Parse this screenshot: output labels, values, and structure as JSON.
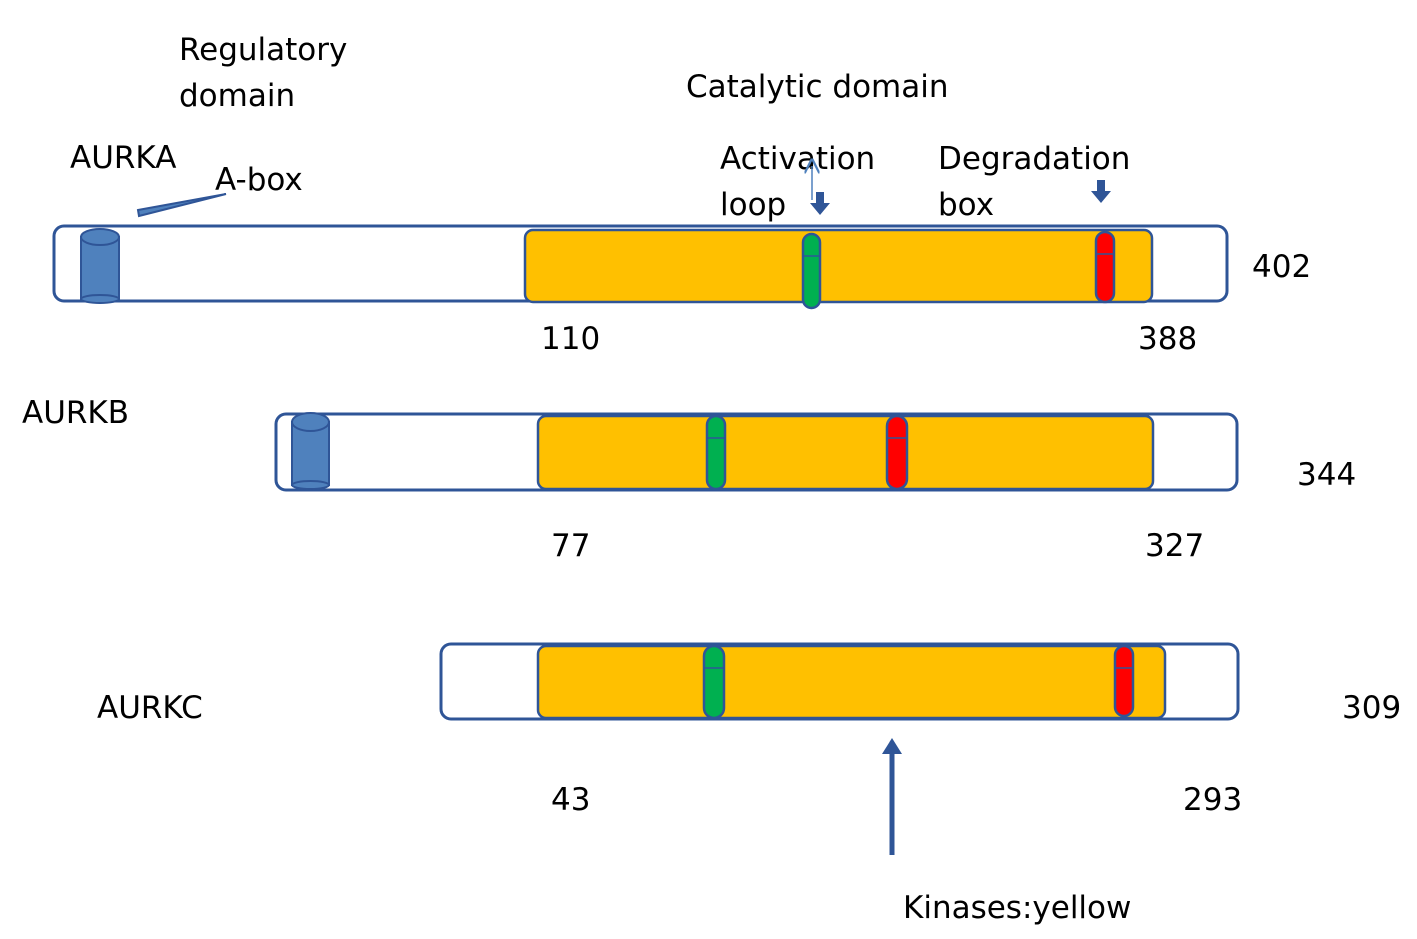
{
  "labels": {
    "regulatory_line1": "Regulatory",
    "regulatory_line2": "domain",
    "catalytic": "Catalytic domain",
    "activation_line1": "Activation",
    "activation_line2": "loop",
    "degradation_line1": "Degradation",
    "degradation_line2": "box",
    "abox": "A-box",
    "legend": "Kinases:yellow"
  },
  "colors": {
    "outline": "#2f5597",
    "fill_blue": "#4f81bd",
    "kinase": "#ffc000",
    "activation": "#00b050",
    "degradation": "#ff0000"
  },
  "proteins": [
    {
      "name": "AURKA",
      "length": "402",
      "kinase_start": "110",
      "kinase_end": "388"
    },
    {
      "name": "AURKB",
      "length": "344",
      "kinase_start": "77",
      "kinase_end": "327"
    },
    {
      "name": "AURKC",
      "length": "309",
      "kinase_start": "43",
      "kinase_end": "293"
    }
  ]
}
